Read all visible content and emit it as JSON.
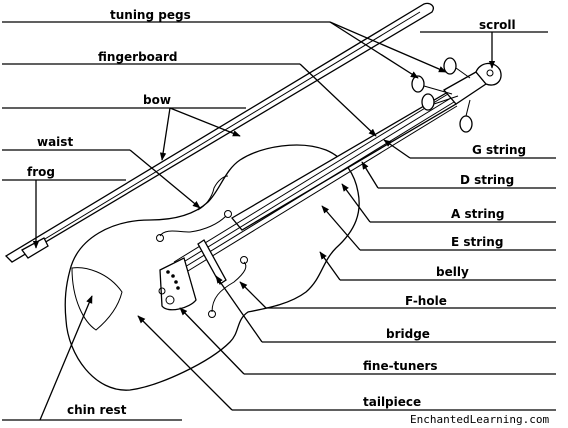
{
  "labels": {
    "tuning_pegs": "tuning pegs",
    "scroll": "scroll",
    "fingerboard": "fingerboard",
    "bow": "bow",
    "waist": "waist",
    "frog": "frog",
    "g_string": "G string",
    "d_string": "D string",
    "a_string": "A string",
    "e_string": "E string",
    "belly": "belly",
    "f_hole": "F-hole",
    "bridge": "bridge",
    "fine_tuners": "fine-tuners",
    "tailpiece": "tailpiece",
    "chin_rest": "chin rest"
  },
  "credit": "EnchantedLearning.com",
  "colors": {
    "ink": "#000000",
    "paper": "#ffffff"
  }
}
